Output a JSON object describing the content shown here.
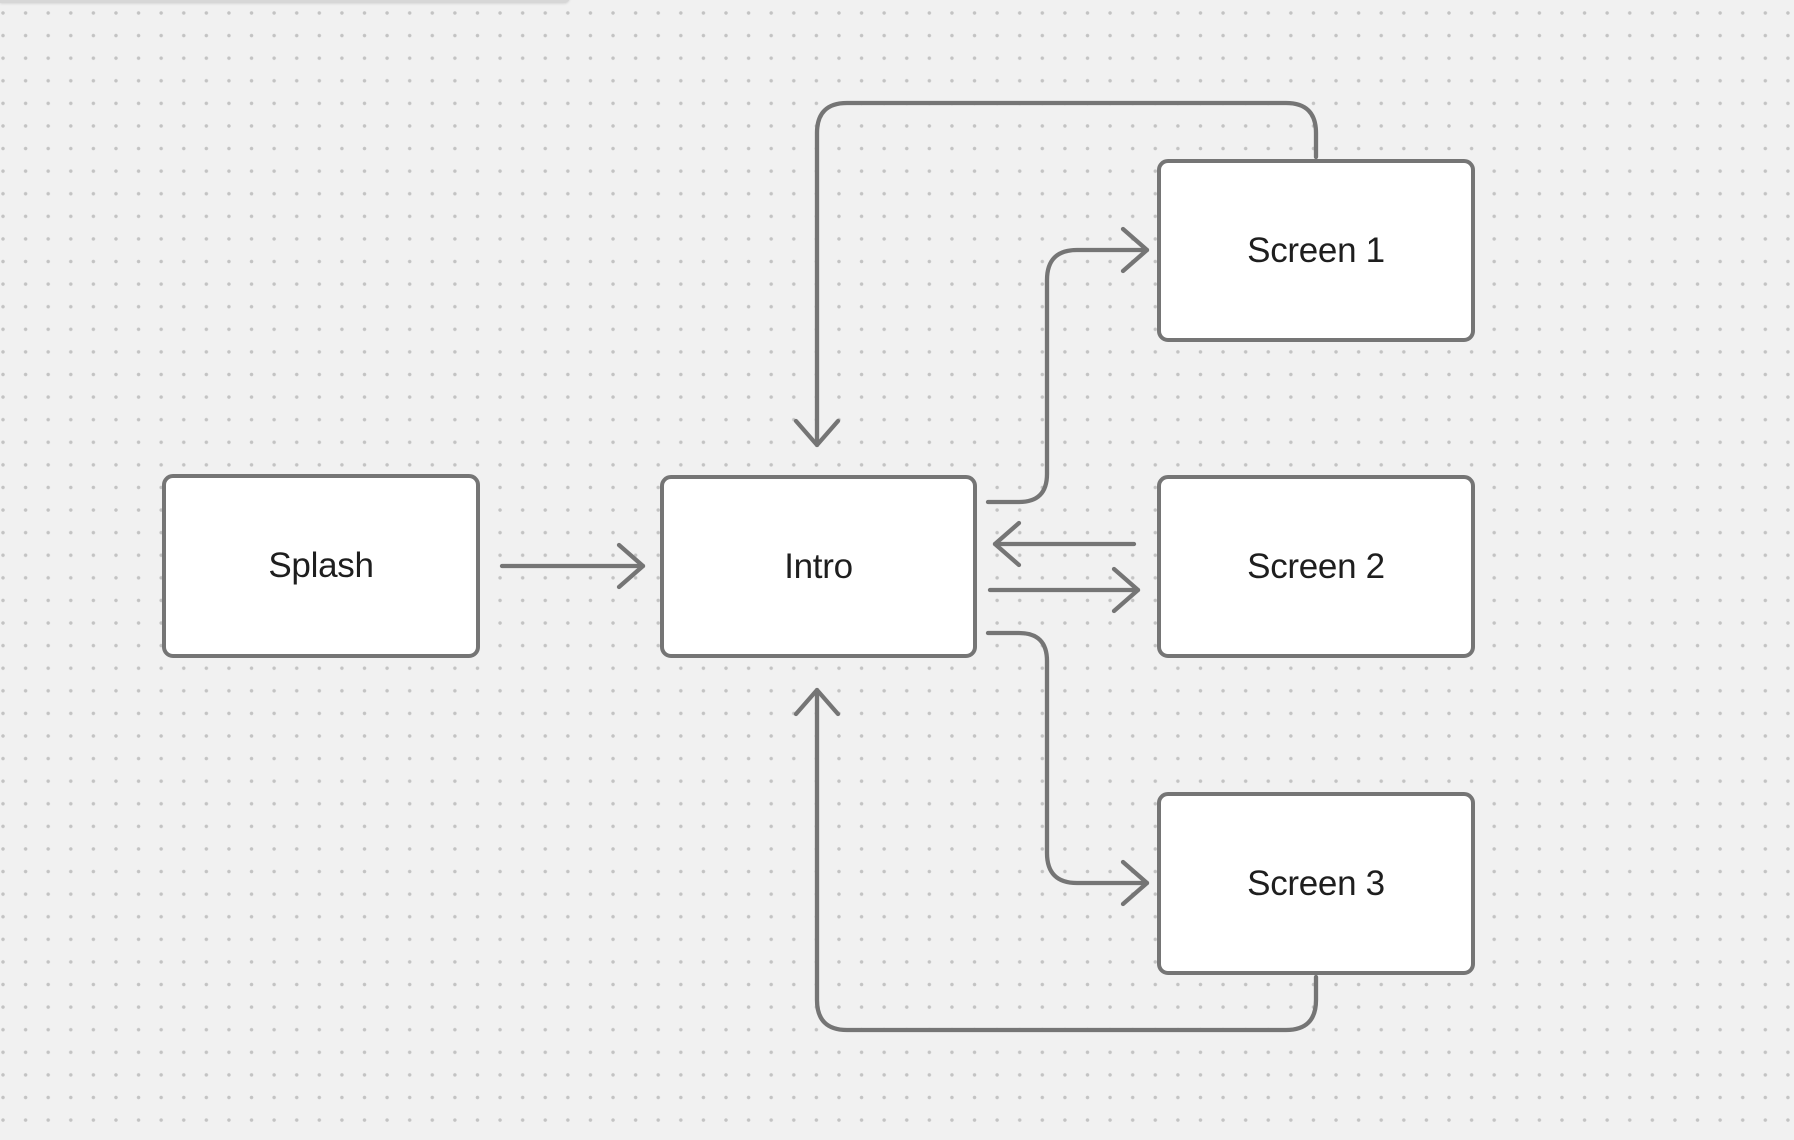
{
  "canvas": {
    "background": "#f1f1f1",
    "dot_color": "#c3c3c3",
    "stroke_color": "#757575",
    "node_fill": "#ffffff",
    "text_color": "#1e1e1e"
  },
  "nodes": [
    {
      "id": "splash",
      "label": "Splash"
    },
    {
      "id": "intro",
      "label": "Intro"
    },
    {
      "id": "screen-1",
      "label": "Screen 1"
    },
    {
      "id": "screen-2",
      "label": "Screen 2"
    },
    {
      "id": "screen-3",
      "label": "Screen 3"
    }
  ],
  "edges": [
    {
      "name": "Splash to Intro",
      "from": "Splash",
      "to": "Intro"
    },
    {
      "name": "Screen 1 to Intro",
      "from": "Screen 1",
      "to": "Intro"
    },
    {
      "name": "Intro to Screen 1",
      "from": "Intro",
      "to": "Screen 1"
    },
    {
      "name": "Screen 2 to Intro",
      "from": "Screen 2",
      "to": "Intro"
    },
    {
      "name": "Intro to Screen 2",
      "from": "Intro",
      "to": "Screen 2"
    },
    {
      "name": "Intro to Screen 3",
      "from": "Intro",
      "to": "Screen 3"
    },
    {
      "name": "Screen 3 to Intro",
      "from": "Screen 3",
      "to": "Intro"
    }
  ]
}
